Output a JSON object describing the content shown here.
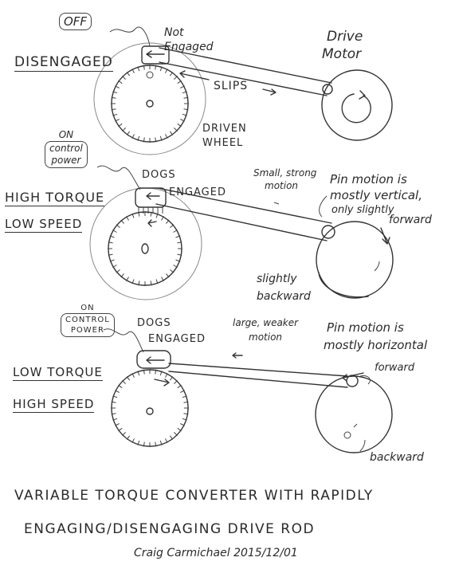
{
  "panel1": {
    "state_label": "DISENGAGED",
    "control_label": "OFF",
    "dog_state": "Not Engaged",
    "rod_label": "SLIPS",
    "motor_label_1": "Drive",
    "motor_label_2": "Motor",
    "wheel_label_1": "DRIVEN",
    "wheel_label_2": "WHEEL"
  },
  "panel2": {
    "state_label_1": "HIGH TORQUE",
    "state_label_2": "LOW SPEED",
    "control_label_1": "ON",
    "control_label_2": "control",
    "control_label_3": "power",
    "dog_label_1": "DOGS",
    "dog_label_2": "ENGAGED",
    "motion_label_1": "Small, strong",
    "motion_label_2": "motion",
    "pin_label_1": "Pin motion is",
    "pin_label_2": "mostly vertical,",
    "pin_label_3": "only slightly",
    "forward_label": "forward",
    "backward_label_1": "slightly",
    "backward_label_2": "backward"
  },
  "panel3": {
    "state_label_1": "LOW TORQUE",
    "state_label_2": "HIGH SPEED",
    "control_label_1": "ON",
    "control_label_2": "CONTROL",
    "control_label_3": "POWER",
    "dog_label_1": "DOGS",
    "dog_label_2": "ENGAGED",
    "motion_label_1": "large, weaker",
    "motion_label_2": "motion",
    "pin_label_1": "Pin motion is",
    "pin_label_2": "mostly horizontal",
    "forward_label": "forward",
    "backward_label": "backward"
  },
  "footer": {
    "title_1": "VARIABLE TORQUE CONVERTER WITH RAPIDLY",
    "title_2": "ENGAGING/DISENGAGING DRIVE ROD",
    "signature": "Craig Carmichael 2015/12/01"
  }
}
